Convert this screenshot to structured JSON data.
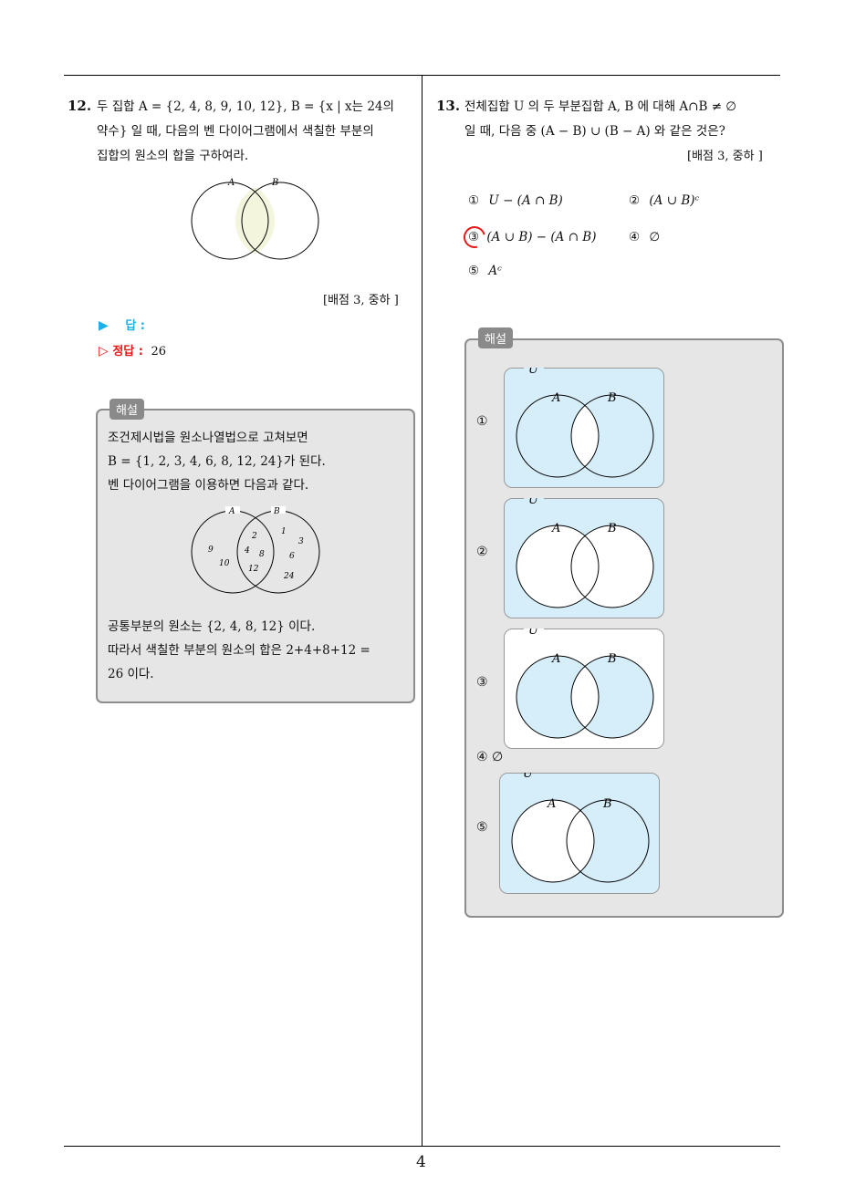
{
  "q12": {
    "number": "12.",
    "line1": "두 집합 A = {2, 4, 8, 9, 10, 12}, B = {x | x는 24의",
    "line2": "약수} 일 때, 다음의 벤 다이어그램에서 색칠한 부분의",
    "line3": "집합의 원소의 합을 구하여라.",
    "venn_labels": {
      "a": "A",
      "b": "B"
    },
    "score": "[배점 3,  중하 ]",
    "answer_label": "답 :",
    "correct_label": "정답 :",
    "correct_value": "26",
    "explain_badge": "해설",
    "exp_line1": "조건제시법을 원소나열법으로 고쳐보면",
    "exp_line2": "B = {1, 2, 3, 4, 6, 8, 12, 24}가 된다.",
    "exp_line3": "벤 다이어그램을 이용하면 다음과 같다.",
    "exp_venn": {
      "a": "A",
      "b": "B",
      "only_a": [
        "9",
        "10"
      ],
      "both": [
        "2",
        "4",
        "8",
        "12"
      ],
      "only_b": [
        "1",
        "3",
        "6",
        "24"
      ]
    },
    "exp_line4": "공통부분의 원소는 {2, 4, 8, 12} 이다.",
    "exp_line5": "따라서 색칠한 부분의 원소의 합은 2+4+8+12 =",
    "exp_line6": "26 이다."
  },
  "q13": {
    "number": "13.",
    "line1": "전체집합 U 의 두 부분집합 A, B 에 대해 A∩B ≠ ∅",
    "line2": "일 때, 다음 중 (A − B) ∪ (B − A) 와 같은 것은?",
    "score": "[배점 3,  중하 ]",
    "choices": [
      {
        "num": "①",
        "text": "U − (A ∩ B)"
      },
      {
        "num": "②",
        "text": "(A ∪ B)ᶜ"
      },
      {
        "num": "③",
        "text": "(A ∪ B) − (A ∩ B)"
      },
      {
        "num": "④",
        "text": "∅"
      },
      {
        "num": "⑤",
        "text": "Aᶜ"
      }
    ],
    "explain_badge": "해설",
    "venn": {
      "u": "U",
      "a": "A",
      "b": "B"
    },
    "opt_labels": [
      "①",
      "②",
      "③",
      "④ ∅",
      "⑤"
    ]
  },
  "page_number": "4",
  "colors": {
    "shade_yellow": "#f3f5dc",
    "shade_blue": "#d6eefa",
    "arrow_blue": "#1ab0e8",
    "answer_red": "#e81818"
  }
}
